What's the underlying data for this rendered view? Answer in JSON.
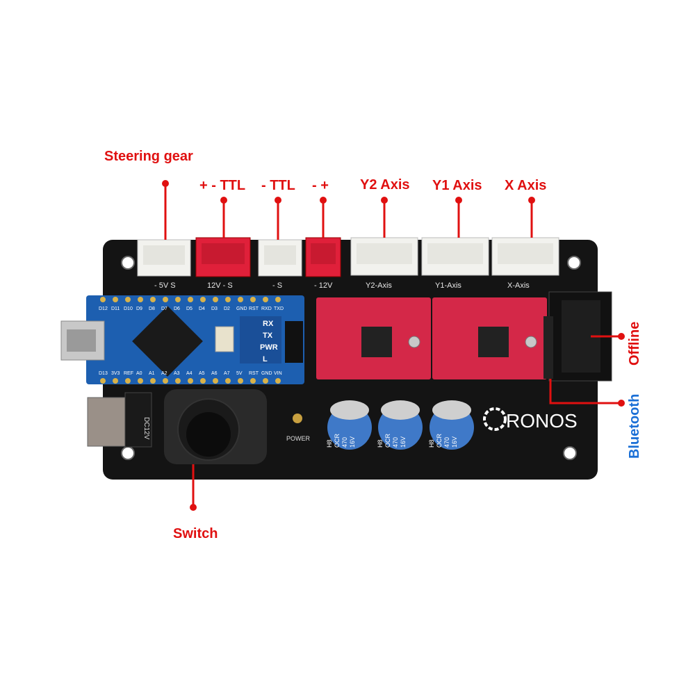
{
  "labels": {
    "steering_gear": "Steering gear",
    "plus_minus_ttl": "+ - TTL",
    "minus_ttl": "- TTL",
    "minus_plus": "- +",
    "y2_axis": "Y2 Axis",
    "y1_axis": "Y1 Axis",
    "x_axis": "X Axis",
    "offline": "Offline",
    "bluetooth": "Bluetooth",
    "switch": "Switch"
  },
  "silkscreen": {
    "servo": "- 5V S",
    "laser_12v": "12V - S",
    "ttl2": "- S",
    "fan": "- 12V",
    "y2": "Y2-Axis",
    "y1": "Y1-Axis",
    "x": "X-Axis",
    "power": "POWER",
    "dc": "DC12V",
    "brand": "RONOS",
    "nano_leds": [
      "RX",
      "TX",
      "PWR",
      "L"
    ],
    "nano_top_pins": [
      "D12",
      "D11",
      "D10",
      "D9",
      "D8",
      "D7",
      "D6",
      "D5",
      "D4",
      "D3",
      "D2",
      "GND",
      "RST",
      "RXD",
      "TXD"
    ],
    "nano_bottom_pins": [
      "D13",
      "3V3",
      "REF",
      "A0",
      "A1",
      "A2",
      "A3",
      "A4",
      "A5",
      "A6",
      "A7",
      "5V",
      "RST",
      "GND",
      "VIN"
    ],
    "cap_lines": [
      "H8",
      "OCR",
      "470",
      "16V"
    ]
  },
  "colors": {
    "callout_red": "#e01010",
    "callout_blue": "#1a6fd6",
    "board": "#141414",
    "nano_blue": "#1d5fb0",
    "driver_red": "#d42848",
    "connector_white": "#f2f2ee",
    "connector_red": "#e0203a",
    "cap_blue": "#3f79c8"
  }
}
